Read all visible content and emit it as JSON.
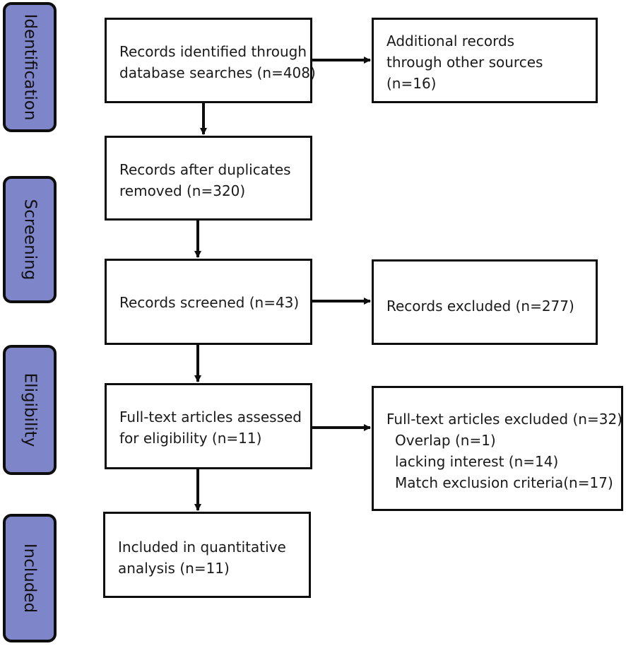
{
  "stages": [
    "Identification",
    "Screening",
    "Eligibility",
    "Included"
  ],
  "boxes": {
    "identified": [
      "Records identified through",
      "database searches (n=408)"
    ],
    "additional": [
      "Additional records",
      "through other sources",
      "(n=16)"
    ],
    "deduplicated": [
      "Records after duplicates",
      "removed (n=320)"
    ],
    "screened": [
      "Records screened (n=43)"
    ],
    "excluded": [
      "Records excluded (n=277)"
    ],
    "fulltext": [
      "Full-text articles assessed",
      "for eligibility (n=11)"
    ],
    "fulltext_excluded": [
      "Full-text articles excluded (n=32)",
      "Overlap (n=1)",
      "lacking interest (n=14)",
      "Match exclusion criteria(n=17)"
    ],
    "included": [
      "Included in quantitative",
      "analysis (n=11)"
    ]
  }
}
